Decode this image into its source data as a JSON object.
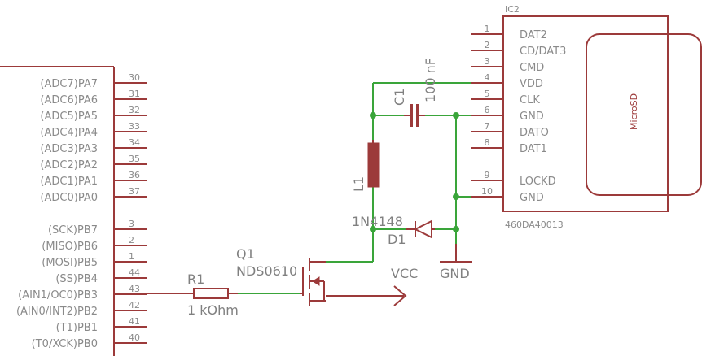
{
  "mcu": {
    "pins_a": [
      {
        "name": "(ADC7)PA7",
        "num": "30"
      },
      {
        "name": "(ADC6)PA6",
        "num": "31"
      },
      {
        "name": "(ADC5)PA5",
        "num": "32"
      },
      {
        "name": "(ADC4)PA4",
        "num": "33"
      },
      {
        "name": "(ADC3)PA3",
        "num": "34"
      },
      {
        "name": "(ADC2)PA2",
        "num": "35"
      },
      {
        "name": "(ADC1)PA1",
        "num": "36"
      },
      {
        "name": "(ADC0)PA0",
        "num": "37"
      }
    ],
    "pins_b": [
      {
        "name": "(SCK)PB7",
        "num": "3"
      },
      {
        "name": "(MISO)PB6",
        "num": "2"
      },
      {
        "name": "(MOSI)PB5",
        "num": "1"
      },
      {
        "name": "(SS)PB4",
        "num": "44"
      },
      {
        "name": "(AIN1/OC0)PB3",
        "num": "43"
      },
      {
        "name": "(AIN0/INT2)PB2",
        "num": "42"
      },
      {
        "name": "(T1)PB1",
        "num": "41"
      },
      {
        "name": "(T0/XCK)PB0",
        "num": "40"
      }
    ]
  },
  "r1": {
    "name": "R1",
    "value": "1 kOhm"
  },
  "q1": {
    "name": "Q1",
    "value": "NDS0610"
  },
  "c1": {
    "name": "C1",
    "value": "100 nF"
  },
  "l1": {
    "name": "L1"
  },
  "d1": {
    "name": "D1",
    "value": "1N4148"
  },
  "vcc": "VCC",
  "gnd": "GND",
  "ic2": {
    "name": "IC2",
    "part": "460DA40013",
    "card": "MicroSD",
    "pins": [
      {
        "num": "1",
        "name": "DAT2"
      },
      {
        "num": "2",
        "name": "CD/DAT3"
      },
      {
        "num": "3",
        "name": "CMD"
      },
      {
        "num": "4",
        "name": "VDD"
      },
      {
        "num": "5",
        "name": "CLK"
      },
      {
        "num": "6",
        "name": "GND"
      },
      {
        "num": "7",
        "name": "DATO"
      },
      {
        "num": "8",
        "name": "DAT1"
      },
      {
        "num": "9",
        "name": "LOCKD"
      },
      {
        "num": "10",
        "name": "GND"
      }
    ]
  },
  "colors": {
    "symbol": "#9c3a3a",
    "wire": "#3aa53a",
    "text": "#8a8a8a"
  }
}
